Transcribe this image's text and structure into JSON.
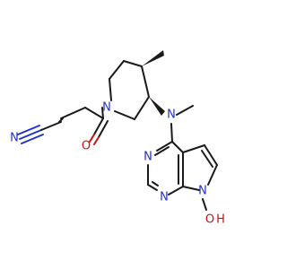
{
  "molecule": {
    "atom_labels": {
      "nitrile_n": "N",
      "carbonyl_o": "O",
      "piperidine_n": "N",
      "amine_n": "N",
      "pyrimidine_n1": "N",
      "pyrimidine_n3": "N",
      "pyrrole_n": "N",
      "hydroxyl": "O",
      "hydroxyl_h": "H"
    },
    "colors": {
      "bond": "#1a1a1a",
      "nitrogen": "#2233cc",
      "oxygen": "#d01010"
    }
  }
}
